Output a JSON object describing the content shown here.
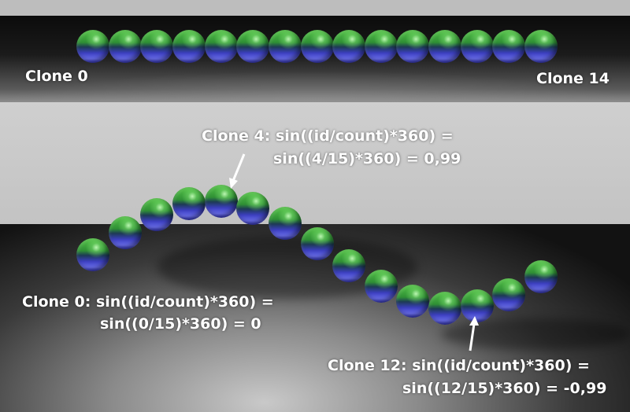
{
  "top_section": {
    "label_left": "Clone 0",
    "label_right": "Clone 14",
    "clone_count": 15
  },
  "bottom_section": {
    "annotations": {
      "clone4_line1": "Clone 4: sin((id/count)*360) =",
      "clone4_line2": "sin((4/15)*360) = 0,99",
      "clone0_line1": "Clone 0: sin((id/count)*360) =",
      "clone0_line2": "sin((0/15)*360) = 0",
      "clone12_line1": "Clone 12: sin((id/count)*360) =",
      "clone12_line2": "sin((12/15)*360) = -0,99"
    },
    "clone_count": 15
  },
  "colors": {
    "sphere_top": "#56c548",
    "sphere_bottom": "#3c3fbf",
    "label_text": "#ffffff",
    "wall": "#c7c7c7",
    "floor_dark": "#1a1a1a"
  }
}
